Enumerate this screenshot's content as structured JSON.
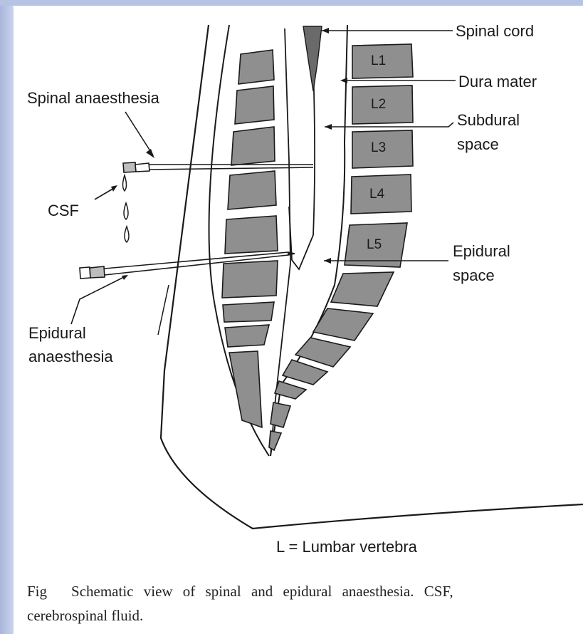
{
  "labels": {
    "spinal_cord": "Spinal cord",
    "dura_mater": "Dura mater",
    "subdural_space_line1": "Subdural",
    "subdural_space_line2": "space",
    "epidural_space_line1": "Epidural",
    "epidural_space_line2": "space",
    "spinal_anaesthesia": "Spinal anaesthesia",
    "csf": "CSF",
    "epidural_anaesthesia_line1": "Epidural",
    "epidural_anaesthesia_line2": "anaesthesia",
    "legend": "L = Lumbar vertebra"
  },
  "vertebrae": [
    "L1",
    "L2",
    "L3",
    "L4",
    "L5"
  ],
  "caption": {
    "fig": "Fig",
    "text_line1": "Schematic view of spinal and epidural anaesthesia. CSF,",
    "text_line2": "cerebrospinal fluid."
  },
  "colors": {
    "vertebra_fill": "#8f8f8f",
    "spinal_cord_fill": "#6a6a6a",
    "outline": "#1a1a1a"
  }
}
